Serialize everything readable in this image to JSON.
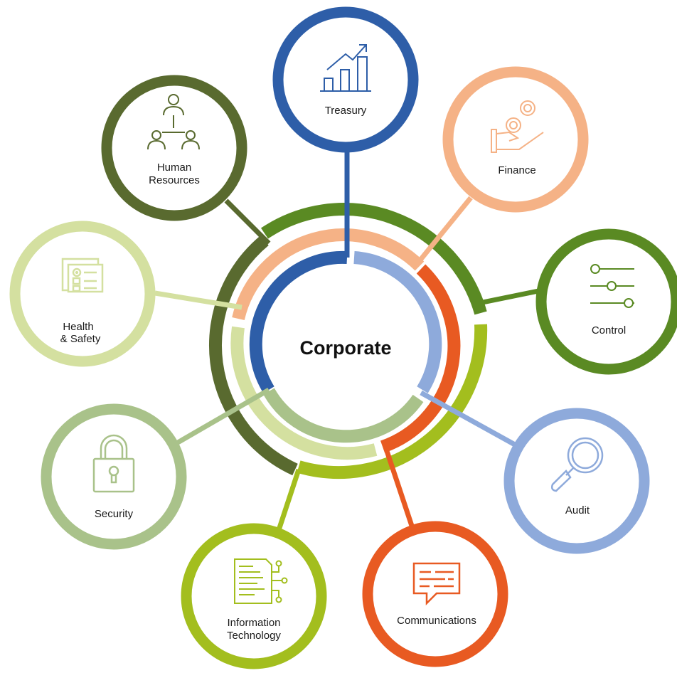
{
  "center": {
    "label": "Corporate"
  },
  "nodes": [
    {
      "id": "treasury",
      "lines": [
        "Treasury"
      ],
      "color": "#2e5ea8",
      "icon": "bar-chart-growth-icon"
    },
    {
      "id": "finance",
      "lines": [
        "Finance"
      ],
      "color": "#f5b286",
      "icon": "hand-coins-icon"
    },
    {
      "id": "control",
      "lines": [
        "Control"
      ],
      "color": "#5a8a23",
      "icon": "sliders-icon"
    },
    {
      "id": "audit",
      "lines": [
        "Audit"
      ],
      "color": "#8eaadb",
      "icon": "magnifier-icon"
    },
    {
      "id": "communications",
      "lines": [
        "Communications"
      ],
      "color": "#e85a22",
      "icon": "speech-bubble-icon"
    },
    {
      "id": "information-technology",
      "lines": [
        "Information",
        "Technology"
      ],
      "color": "#a3be1e",
      "icon": "document-network-icon"
    },
    {
      "id": "security",
      "lines": [
        "Security"
      ],
      "color": "#a9c28a",
      "icon": "padlock-icon"
    },
    {
      "id": "health-safety",
      "lines": [
        "Health",
        "& Safety"
      ],
      "color": "#d4e0a0",
      "icon": "checklist-document-icon"
    },
    {
      "id": "human-resources",
      "lines": [
        "Human",
        "Resources"
      ],
      "color": "#596a2f",
      "icon": "org-chart-people-icon"
    }
  ]
}
